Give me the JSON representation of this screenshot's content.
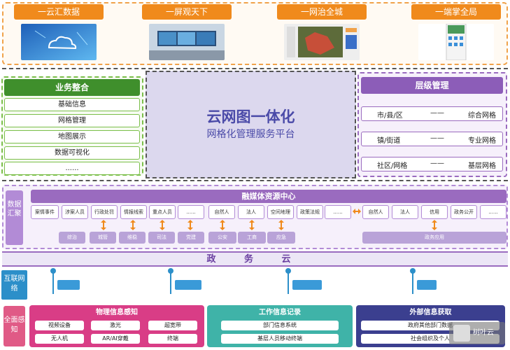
{
  "top": {
    "cards": [
      {
        "title": "一云汇数据",
        "icon": "cloud-data-image"
      },
      {
        "title": "一屏观天下",
        "icon": "control-room-image"
      },
      {
        "title": "一网治全城",
        "icon": "map-dashboard-image"
      },
      {
        "title": "一端掌全局",
        "icon": "mobile-app-image"
      }
    ]
  },
  "business": {
    "title": "业务整合",
    "items": [
      "基础信息",
      "网格管理",
      "地图展示",
      "数据可视化",
      "......"
    ]
  },
  "center": {
    "title": "云网图一体化",
    "subtitle": "网格化管理服务平台"
  },
  "levels": {
    "title": "层级管理",
    "rows": [
      {
        "left": "市/县/区",
        "dash": "——",
        "right": "综合网格"
      },
      {
        "left": "镇/街道",
        "dash": "——",
        "right": "专业网格"
      },
      {
        "left": "社区/网格",
        "dash": "——",
        "right": "基层网格"
      }
    ]
  },
  "data": {
    "label": "数据汇聚",
    "fusion_title": "融媒体资源中心",
    "sources": [
      "案情事件",
      "涉案人员",
      "行政处罚",
      "情报线索",
      "重点人员",
      "......",
      "自然人",
      "法人",
      "空间地理",
      "政策法规",
      "......",
      "自然人",
      "法人",
      "信用",
      "政务公开",
      "......"
    ],
    "orgs": [
      "综治",
      "城管",
      "维稳",
      "司法",
      "党建",
      "公安",
      "工商",
      "应急",
      "政务应用"
    ]
  },
  "gov_cloud": "政 务 云",
  "internet": {
    "label": "互联网络"
  },
  "perception": {
    "label": "全面感知",
    "physical": {
      "title": "物理信息感知",
      "chips": [
        "视频设备",
        "激光",
        "超宽带",
        "无人机",
        "AR/AI穿戴",
        "终端"
      ]
    },
    "work": {
      "title": "工作信息记录",
      "chips": [
        "部门信息系统",
        "基层人员移动终端"
      ]
    },
    "external": {
      "title": "外部信息获取",
      "chips": [
        "政府其他部门数据",
        "社会组织及个人"
      ]
    }
  },
  "watermark": "树叶云",
  "colors": {
    "orange": "#f08a1c",
    "green": "#3f8f2c",
    "purple": "#8c5db8",
    "blue": "#2c8fc9",
    "pink": "#e05a86",
    "teal": "#3fb3a8",
    "navy": "#3b3f8f"
  }
}
